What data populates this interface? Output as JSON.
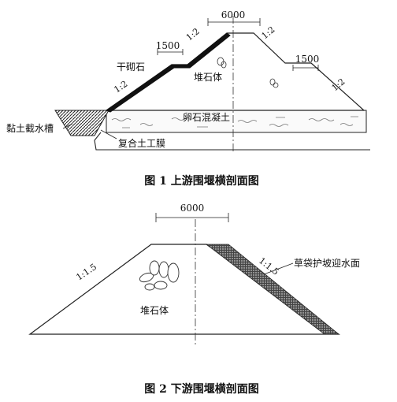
{
  "figure1": {
    "caption": "图 1 上游围堰横剖面图",
    "dim_top": "6000",
    "dim_berm_left": "1500",
    "dim_berm_right": "1500",
    "slope_upper_left": "1:2",
    "slope_lower_left": "1:2",
    "slope_upper_right": "1:2",
    "slope_lower_right": "1:2",
    "label_dry_stone": "干砌石",
    "label_rockfill": "堆石体",
    "label_pebble_concrete": "卵石混凝土",
    "label_clay_trench": "黏土截水槽",
    "label_geomembrane": "复合土工膜"
  },
  "figure2": {
    "caption": "图 2 下游围堰横剖面图",
    "dim_top": "6000",
    "slope_left": "1:1.5",
    "slope_right": "1:1.5",
    "label_rockfill": "堆石体",
    "label_grass_bag": "草袋护坡迎水面"
  }
}
